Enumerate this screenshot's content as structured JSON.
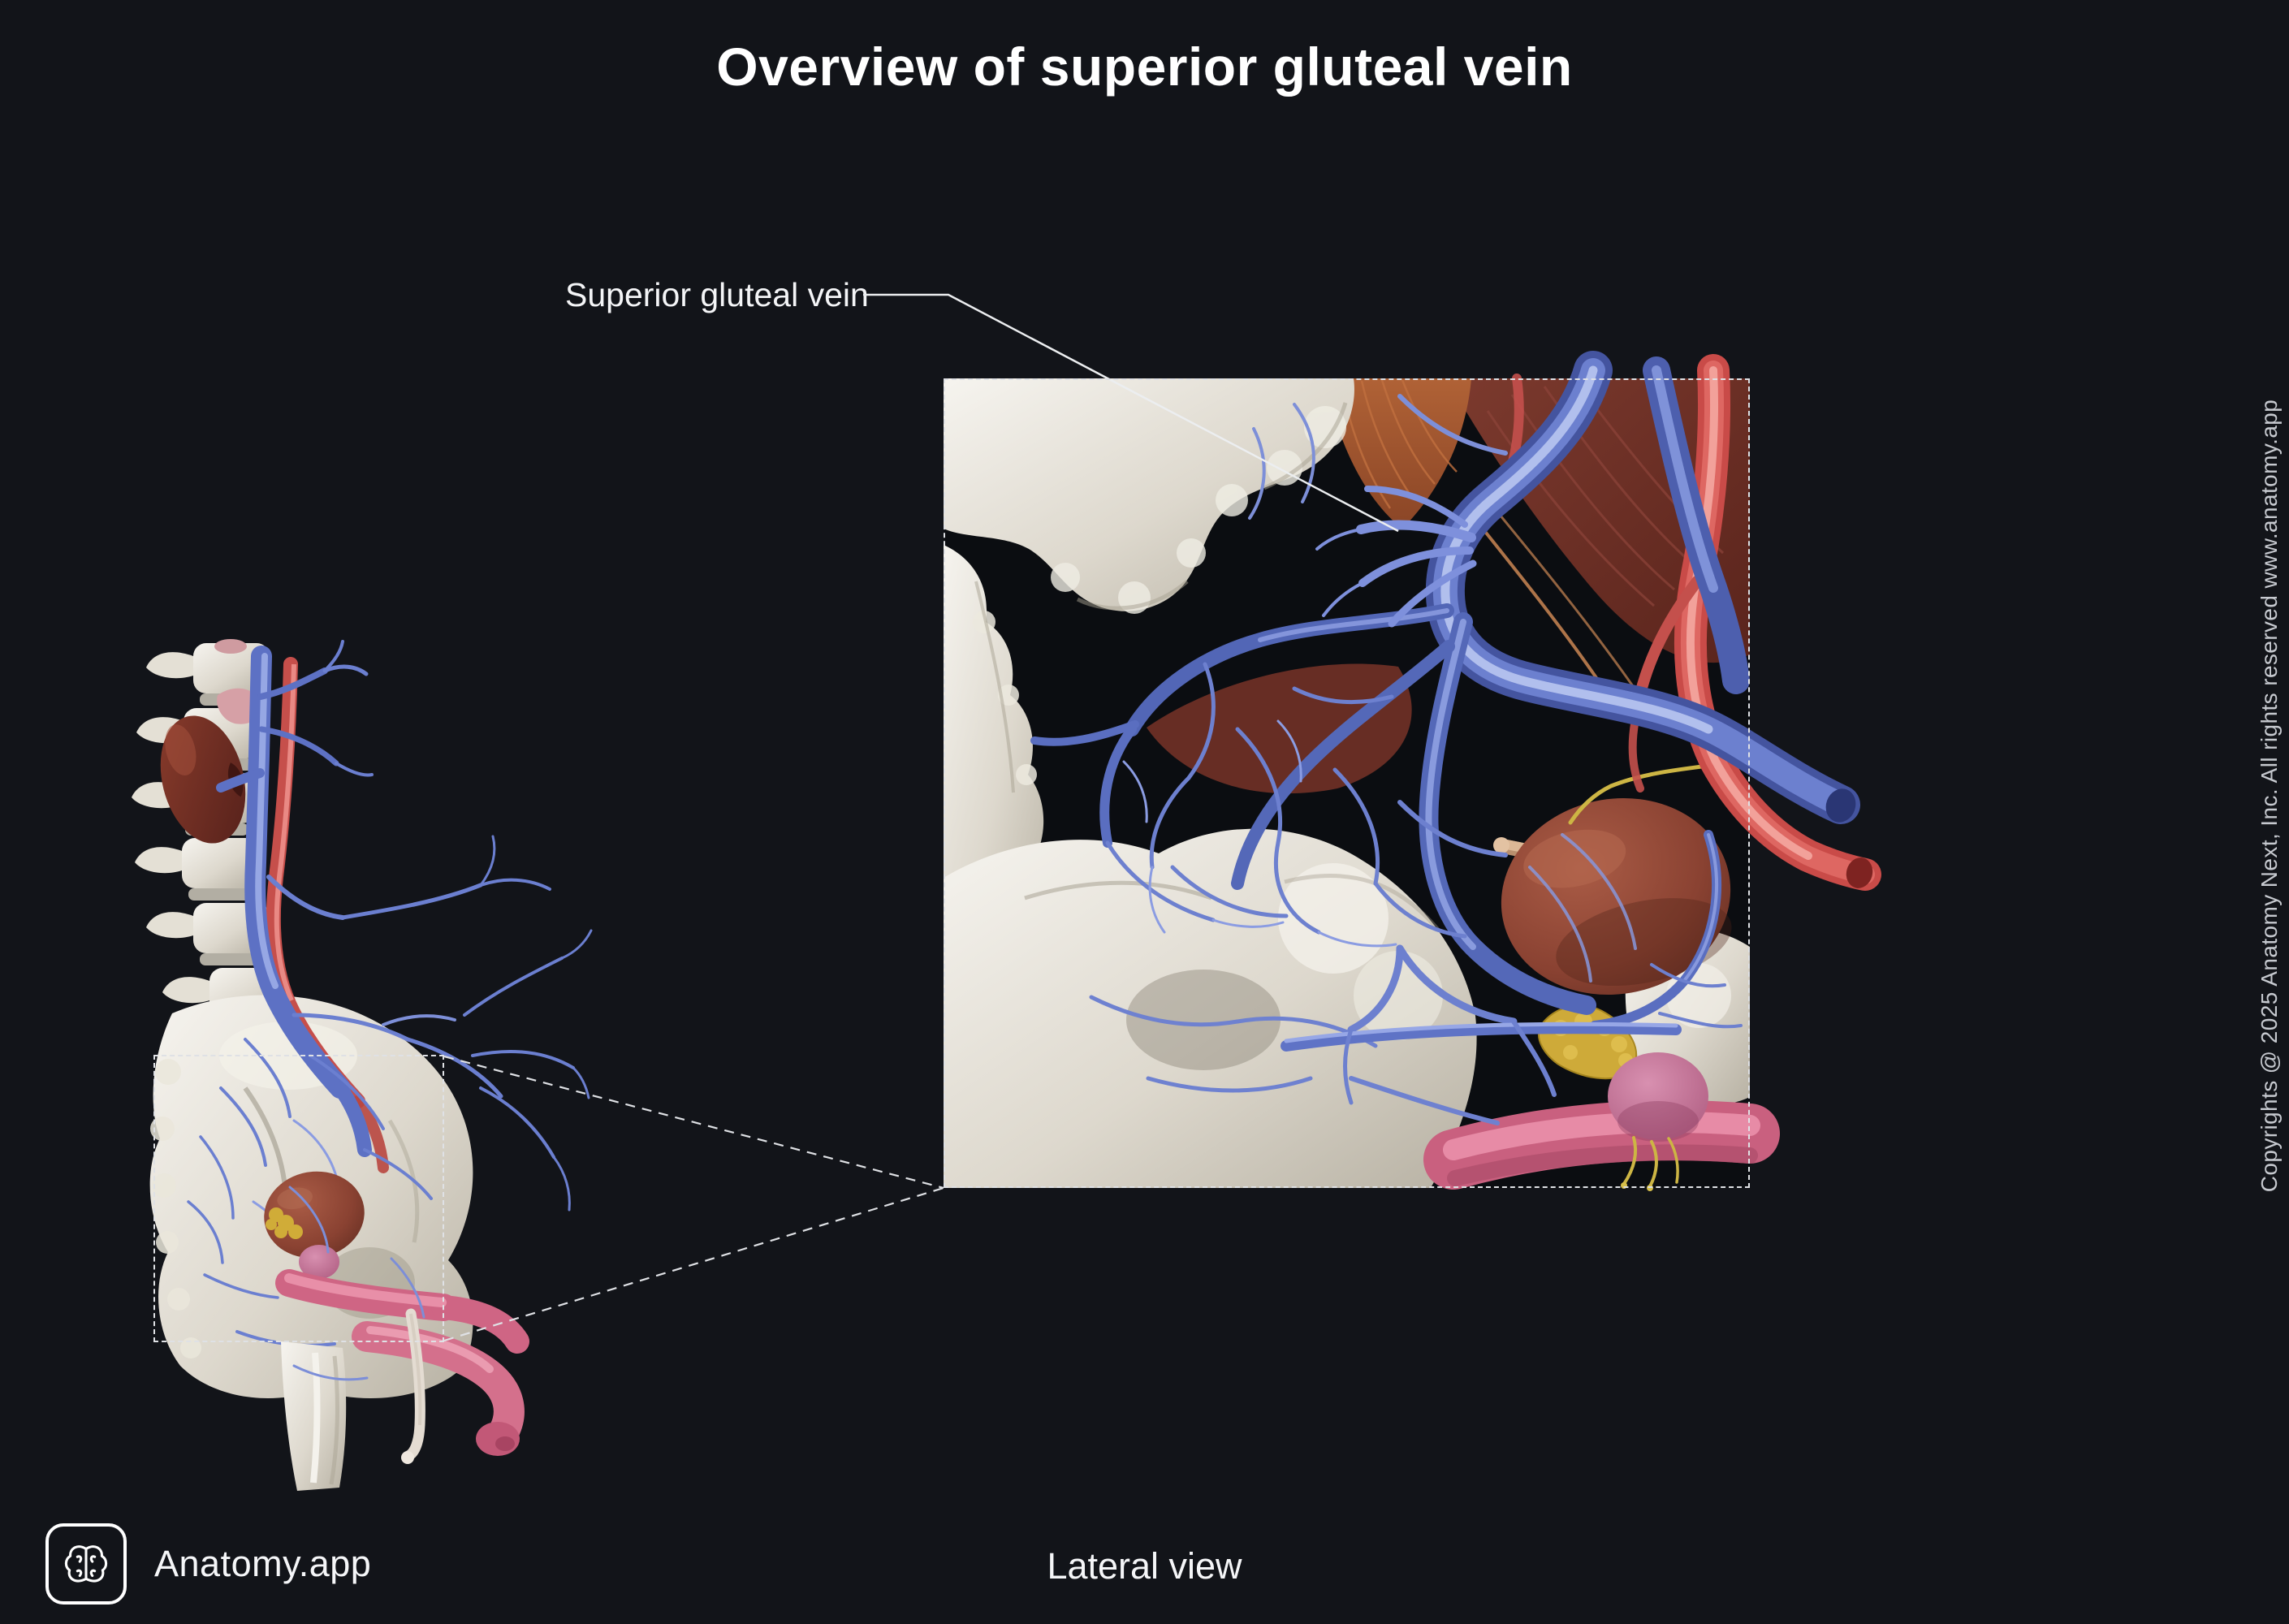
{
  "page": {
    "title": "Overview of superior gluteal vein"
  },
  "annotation": {
    "label": "Superior gluteal vein"
  },
  "footer": {
    "brand": "Anatomy.app",
    "view_label": "Lateral view"
  },
  "side": {
    "copyright": "Copyrights @ 2025 Anatomy Next, Inc. All rights reserved www.anatomy.app"
  },
  "colors": {
    "background": "#121419",
    "text": "#ffffff",
    "dashed_line": "#dfe1e5",
    "bone": "#e8e4da",
    "vein": "#6b7fd0",
    "artery": "#d4534f",
    "bladder": "#8a4232",
    "muscle": "#9c4f2a",
    "rectum": "#d76f8e",
    "seminal_vesicle": "#d2ae3a",
    "nerve": "#cdb544"
  }
}
